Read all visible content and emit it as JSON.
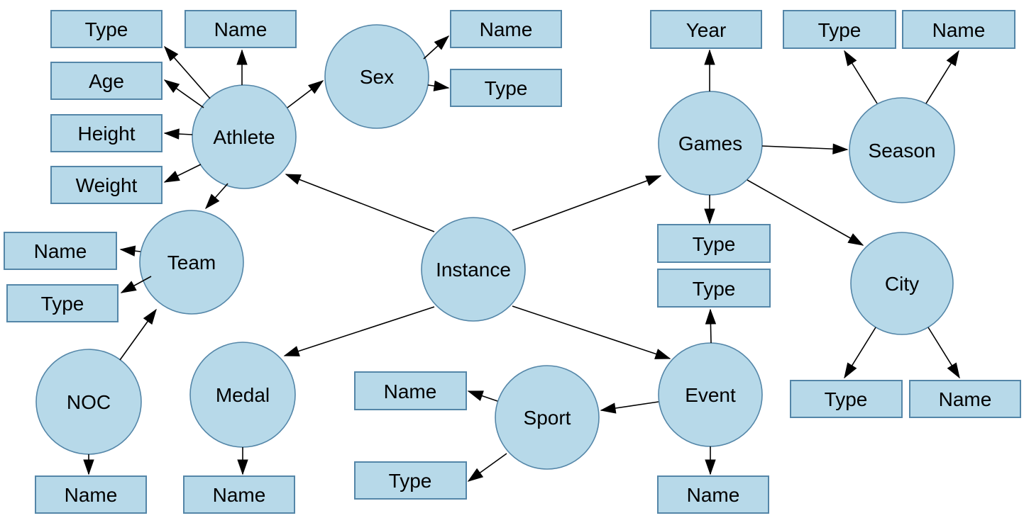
{
  "diagram_type": "entity-relationship-graph",
  "colors": {
    "node_fill": "#b7d9e9",
    "node_stroke": "#5486a8",
    "edge_color": "#000000",
    "text_color": "#000000",
    "background": "#ffffff"
  },
  "nodes": {
    "athlete": {
      "label": "Athlete",
      "shape": "circle"
    },
    "sex": {
      "label": "Sex",
      "shape": "circle"
    },
    "games": {
      "label": "Games",
      "shape": "circle"
    },
    "season": {
      "label": "Season",
      "shape": "circle"
    },
    "team": {
      "label": "Team",
      "shape": "circle"
    },
    "instance": {
      "label": "Instance",
      "shape": "circle"
    },
    "city": {
      "label": "City",
      "shape": "circle"
    },
    "noc": {
      "label": "NOC",
      "shape": "circle"
    },
    "medal": {
      "label": "Medal",
      "shape": "circle"
    },
    "sport": {
      "label": "Sport",
      "shape": "circle"
    },
    "event": {
      "label": "Event",
      "shape": "circle"
    },
    "athlete_type": {
      "label": "Type",
      "shape": "rect"
    },
    "athlete_age": {
      "label": "Age",
      "shape": "rect"
    },
    "athlete_height": {
      "label": "Height",
      "shape": "rect"
    },
    "athlete_weight": {
      "label": "Weight",
      "shape": "rect"
    },
    "athlete_name": {
      "label": "Name",
      "shape": "rect"
    },
    "sex_name": {
      "label": "Name",
      "shape": "rect"
    },
    "sex_type": {
      "label": "Type",
      "shape": "rect"
    },
    "games_year": {
      "label": "Year",
      "shape": "rect"
    },
    "games_type": {
      "label": "Type",
      "shape": "rect"
    },
    "season_type": {
      "label": "Type",
      "shape": "rect"
    },
    "season_name": {
      "label": "Name",
      "shape": "rect"
    },
    "team_name": {
      "label": "Name",
      "shape": "rect"
    },
    "team_type": {
      "label": "Type",
      "shape": "rect"
    },
    "noc_name": {
      "label": "Name",
      "shape": "rect"
    },
    "medal_name": {
      "label": "Name",
      "shape": "rect"
    },
    "sport_name": {
      "label": "Name",
      "shape": "rect"
    },
    "sport_type": {
      "label": "Type",
      "shape": "rect"
    },
    "event_type": {
      "label": "Type",
      "shape": "rect"
    },
    "event_name": {
      "label": "Name",
      "shape": "rect"
    },
    "city_type": {
      "label": "Type",
      "shape": "rect"
    },
    "city_name": {
      "label": "Name",
      "shape": "rect"
    }
  },
  "edges": [
    {
      "from": "athlete",
      "to": "athlete_type"
    },
    {
      "from": "athlete",
      "to": "athlete_age"
    },
    {
      "from": "athlete",
      "to": "athlete_height"
    },
    {
      "from": "athlete",
      "to": "athlete_weight"
    },
    {
      "from": "athlete",
      "to": "athlete_name"
    },
    {
      "from": "athlete",
      "to": "sex"
    },
    {
      "from": "athlete",
      "to": "team"
    },
    {
      "from": "sex",
      "to": "sex_name"
    },
    {
      "from": "sex",
      "to": "sex_type"
    },
    {
      "from": "instance",
      "to": "athlete"
    },
    {
      "from": "instance",
      "to": "games"
    },
    {
      "from": "instance",
      "to": "medal"
    },
    {
      "from": "instance",
      "to": "event"
    },
    {
      "from": "games",
      "to": "games_year"
    },
    {
      "from": "games",
      "to": "season"
    },
    {
      "from": "games",
      "to": "games_type"
    },
    {
      "from": "games",
      "to": "city"
    },
    {
      "from": "season",
      "to": "season_type"
    },
    {
      "from": "season",
      "to": "season_name"
    },
    {
      "from": "city",
      "to": "city_type"
    },
    {
      "from": "city",
      "to": "city_name"
    },
    {
      "from": "team",
      "to": "team_name"
    },
    {
      "from": "team",
      "to": "team_type"
    },
    {
      "from": "noc",
      "to": "team"
    },
    {
      "from": "noc",
      "to": "noc_name"
    },
    {
      "from": "medal",
      "to": "medal_name"
    },
    {
      "from": "event",
      "to": "sport"
    },
    {
      "from": "event",
      "to": "event_type"
    },
    {
      "from": "event",
      "to": "event_name"
    },
    {
      "from": "sport",
      "to": "sport_name"
    },
    {
      "from": "sport",
      "to": "sport_type"
    }
  ]
}
